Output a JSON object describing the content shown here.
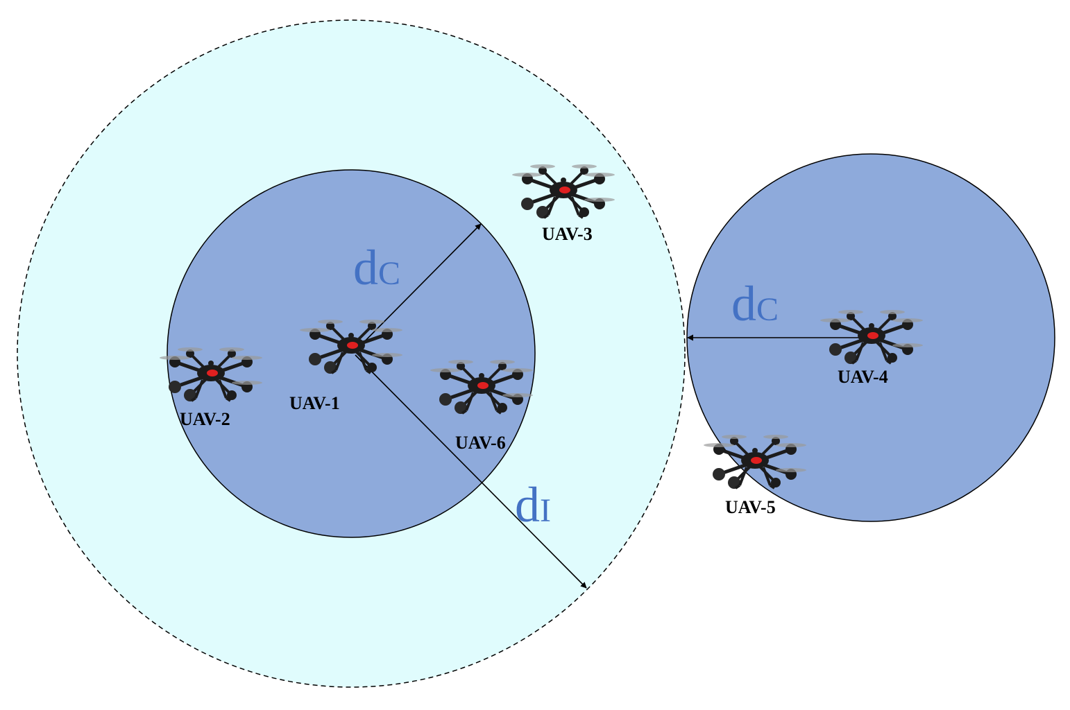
{
  "colors": {
    "interference_zone": "#e0fcfd",
    "communication_zone": "#8eaadb",
    "outline": "#000000",
    "distance_label": "#4472c4",
    "drone_body": "#1c1c1c",
    "drone_accent": "#e02020"
  },
  "distances": {
    "communication": {
      "main": "d",
      "sub": "C"
    },
    "interference": {
      "main": "d",
      "sub": "I"
    }
  },
  "uavs": [
    {
      "id": "uav-1",
      "label": "UAV-1",
      "icon": "quadcopter-drone-icon"
    },
    {
      "id": "uav-2",
      "label": "UAV-2",
      "icon": "quadcopter-drone-icon"
    },
    {
      "id": "uav-3",
      "label": "UAV-3",
      "icon": "quadcopter-drone-icon"
    },
    {
      "id": "uav-4",
      "label": "UAV-4",
      "icon": "quadcopter-drone-icon"
    },
    {
      "id": "uav-5",
      "label": "UAV-5",
      "icon": "quadcopter-drone-icon"
    },
    {
      "id": "uav-6",
      "label": "UAV-6",
      "icon": "quadcopter-drone-icon"
    }
  ]
}
